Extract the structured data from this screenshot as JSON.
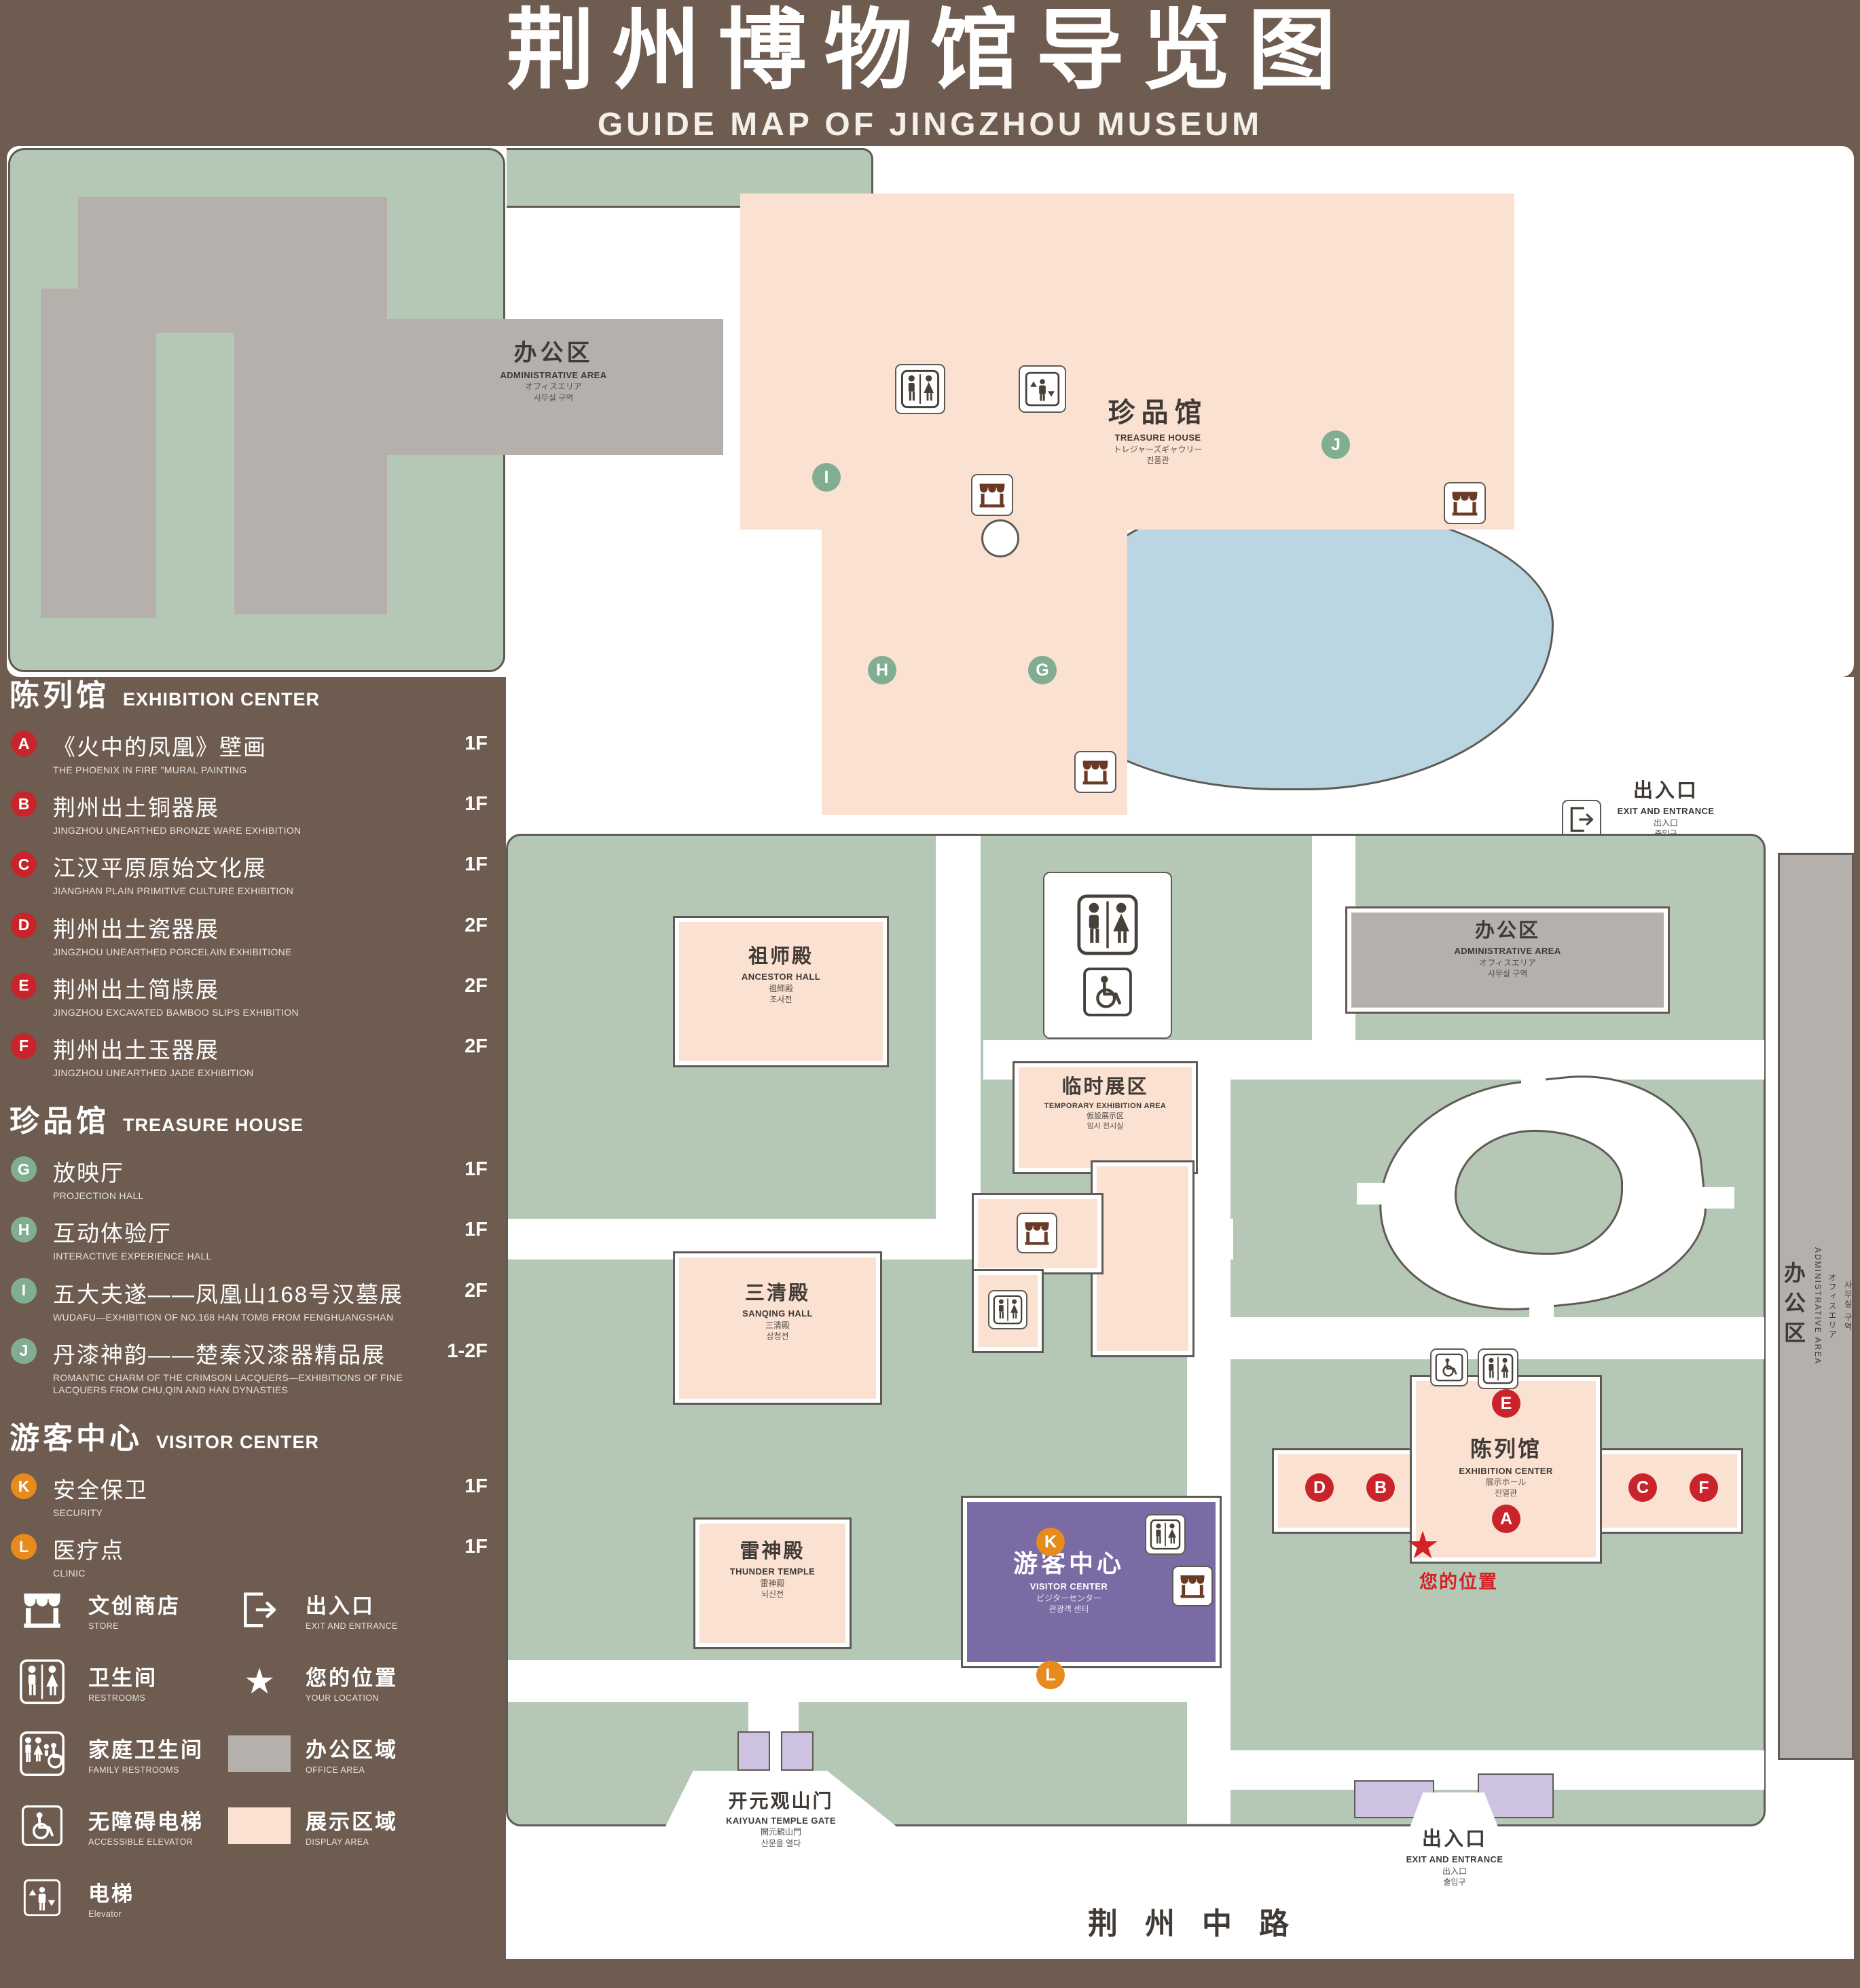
{
  "header": {
    "title_zh": "荆州博物馆导览图",
    "title_en": "GUIDE MAP OF JINGZHOU MUSEUM"
  },
  "legend": {
    "sections": [
      {
        "zh": "陈列馆",
        "en": "EXHIBITION CENTER",
        "items": [
          {
            "letter": "A",
            "zh": "《火中的凤凰》壁画",
            "en": "THE PHOENIX IN FIRE \"MURAL PAINTING",
            "floor": "1F"
          },
          {
            "letter": "B",
            "zh": "荆州出土铜器展",
            "en": "JINGZHOU UNEARTHED BRONZE WARE EXHIBITION",
            "floor": "1F"
          },
          {
            "letter": "C",
            "zh": "江汉平原原始文化展",
            "en": "JIANGHAN PLAIN PRIMITIVE CULTURE EXHIBITION",
            "floor": "1F"
          },
          {
            "letter": "D",
            "zh": "荆州出土瓷器展",
            "en": "JINGZHOU UNEARTHED PORCELAIN EXHIBITIONE",
            "floor": "2F"
          },
          {
            "letter": "E",
            "zh": "荆州出土简牍展",
            "en": "JINGZHOU EXCAVATED BAMBOO SLIPS EXHIBITION",
            "floor": "2F"
          },
          {
            "letter": "F",
            "zh": "荆州出土玉器展",
            "en": "JINGZHOU UNEARTHED JADE EXHIBITION",
            "floor": "2F"
          }
        ]
      },
      {
        "zh": "珍品馆",
        "en": "TREASURE HOUSE",
        "items": [
          {
            "letter": "G",
            "zh": "放映厅",
            "en": "PROJECTION HALL",
            "floor": "1F"
          },
          {
            "letter": "H",
            "zh": "互动体验厅",
            "en": "INTERACTIVE EXPERIENCE HALL",
            "floor": "1F"
          },
          {
            "letter": "I",
            "zh": "五大夫遂——凤凰山168号汉墓展",
            "en": "WUDAFU—EXHIBITION OF NO.168 HAN TOMB FROM FENGHUANGSHAN",
            "floor": "2F"
          },
          {
            "letter": "J",
            "zh": "丹漆神韵——楚秦汉漆器精品展",
            "en": "ROMANTIC CHARM OF THE CRIMSON LACQUERS—EXHIBITIONS OF FINE LACQUERS FROM CHU,QIN AND HAN DYNASTIES",
            "floor": "1-2F"
          }
        ]
      },
      {
        "zh": "游客中心",
        "en": "VISITOR CENTER",
        "items": [
          {
            "letter": "K",
            "zh": "安全保卫",
            "en": "SECURITY",
            "floor": "1F"
          },
          {
            "letter": "L",
            "zh": "医疗点",
            "en": "CLINIC",
            "floor": "1F"
          }
        ]
      }
    ],
    "symbols": [
      {
        "icon": "store-icon",
        "zh": "文创商店",
        "en": "STORE"
      },
      {
        "icon": "restroom-icon",
        "zh": "卫生间",
        "en": "RESTROOMS"
      },
      {
        "icon": "family-restroom-icon",
        "zh": "家庭卫生间",
        "en": "FAMILY RESTROOMS"
      },
      {
        "icon": "accessible-elevator-icon",
        "zh": "无障碍电梯",
        "en": "ACCESSIBLE ELEVATOR"
      },
      {
        "icon": "elevator-icon",
        "zh": "电梯",
        "en": "Elevator"
      },
      {
        "icon": "exit-icon",
        "zh": "出入口",
        "en": "EXIT AND ENTRANCE"
      },
      {
        "icon": "your-location-icon",
        "zh": "您的位置",
        "en": "YOUR LOCATION"
      },
      {
        "icon": "office-area-swatch",
        "zh": "办公区域",
        "en": "OFFICE AREA"
      },
      {
        "icon": "display-area-swatch",
        "zh": "展示区域",
        "en": "DISPLAY AREA"
      }
    ]
  },
  "map": {
    "admin_nw": {
      "zh": "办公区",
      "en": "ADMINISTRATIVE AREA",
      "ja": "オフィスエリア",
      "ko": "사무실 구역"
    },
    "treasure_house": {
      "zh": "珍品馆",
      "en": "TREASURE HOUSE",
      "ja": "トレジャーズギャウリー",
      "ko": "진품관"
    },
    "ancestor_hall": {
      "zh": "祖师殿",
      "en": "ANCESTOR HALL",
      "ja": "祖師殿",
      "ko": "조사전"
    },
    "admin_ne": {
      "zh": "办公区",
      "en": "ADMINISTRATIVE AREA",
      "ja": "オフィスエリア",
      "ko": "사무실 구역"
    },
    "temporary_exhibition": {
      "zh": "临时展区",
      "en": "TEMPORARY EXHIBITION AREA",
      "ja": "仮設展示区",
      "ko": "임시 전시실"
    },
    "sanqing_hall": {
      "zh": "三清殿",
      "en": "SANQING HALL",
      "ja": "三清殿",
      "ko": "삼청전"
    },
    "thunder_temple": {
      "zh": "雷神殿",
      "en": "THUNDER TEMPLE",
      "ja": "雷神殿",
      "ko": "뇌신전"
    },
    "visitor_center": {
      "zh": "游客中心",
      "en": "VISITOR CENTER",
      "ja": "ビジターセンター",
      "ko": "관광객 센터"
    },
    "exhibition_center": {
      "zh": "陈列馆",
      "en": "EXHIBITION CENTER",
      "ja": "展示ホール",
      "ko": "진열관"
    },
    "admin_east": {
      "zh": "办公区",
      "en": "ADMINISTRATIVE AREA",
      "ja": "オフィスエリア",
      "ko": "사무실 구역"
    },
    "kaiyuan_gate": {
      "zh": "开元观山门",
      "en": "KAIYUAN TEMPLE GATE",
      "ja": "開元観山門",
      "ko": "산문을 열다"
    },
    "exit_east": {
      "zh": "出入口",
      "en": "EXIT AND ENTRANCE",
      "ja": "出入口",
      "ko": "출입구"
    },
    "exit_south": {
      "zh": "出入口",
      "en": "EXIT AND ENTRANCE",
      "ja": "出入口",
      "ko": "출입구"
    },
    "your_location": "您的位置",
    "road": "荆州中路",
    "markers": {
      "A": "A",
      "B": "B",
      "C": "C",
      "D": "D",
      "E": "E",
      "F": "F",
      "G": "G",
      "H": "H",
      "I": "I",
      "J": "J",
      "K": "K",
      "L": "L"
    }
  },
  "colors": {
    "background_brown": "#6e5c50",
    "ground_green": "#b5c8b5",
    "display_area_pink": "#fbe1d2",
    "office_area_gray": "#b5b0ac",
    "lake_blue": "#b9d6e2",
    "visitor_purple": "#7b6ba5",
    "entrance_lavender": "#cdc2e0",
    "badge_red": "#c9242b",
    "badge_green": "#81ad92",
    "badge_orange": "#e78c1c",
    "location_red": "#d42027"
  }
}
